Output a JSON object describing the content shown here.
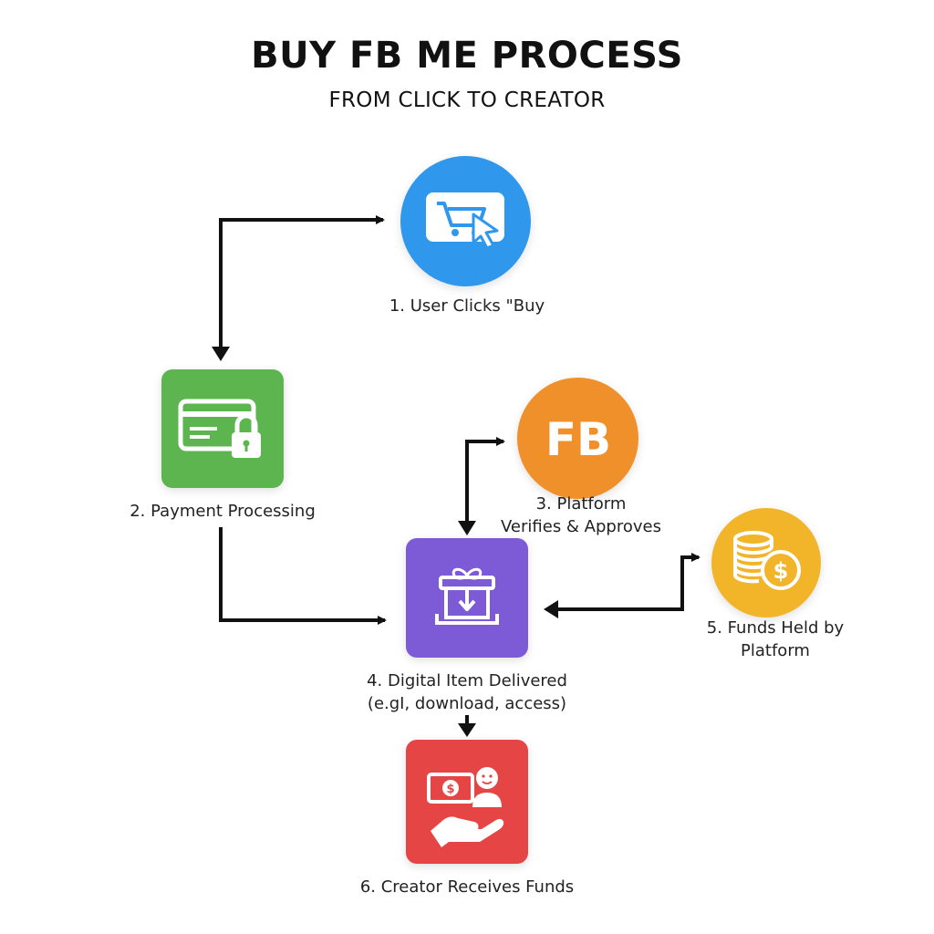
{
  "header": {
    "title": "BUY FB ME PROCESS",
    "subtitle": "FROM CLICK TO CREATOR"
  },
  "steps": [
    {
      "label": "1. User Clicks \"Buy",
      "icon": "cart-cursor-icon",
      "color": "#2f97ec"
    },
    {
      "label": "2. Payment Processing",
      "icon": "card-lock-icon",
      "color": "#5cb54f"
    },
    {
      "label_line1": "3. Platform",
      "label_line2": "Verifies & Approves",
      "icon": "fb-logo-icon",
      "color": "#f0902a"
    },
    {
      "label_line1": "4. Digital Item Delivered",
      "label_line2": "(e.gI, download, access)",
      "icon": "gift-download-icon",
      "color": "#7d5ad6"
    },
    {
      "label_line1": "5. Funds Held by",
      "label_line2": "Platform",
      "icon": "coins-icon",
      "color": "#f2b52a"
    },
    {
      "label": "6. Creator Receives Funds",
      "icon": "money-hand-icon",
      "color": "#e64545"
    }
  ],
  "logo_text": "FB"
}
